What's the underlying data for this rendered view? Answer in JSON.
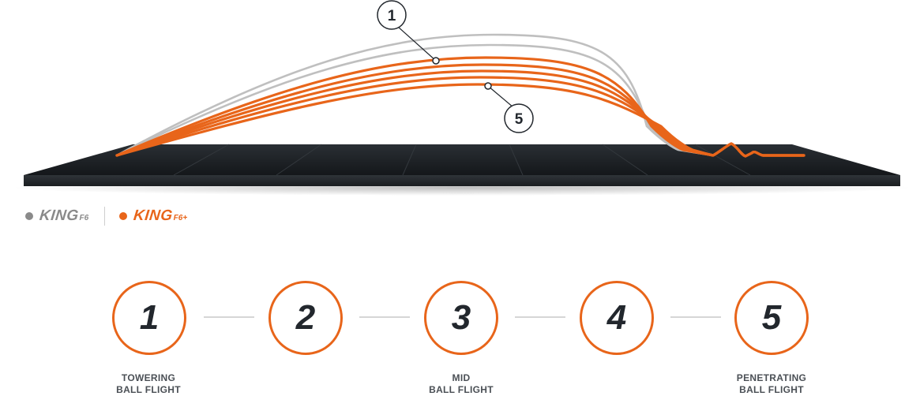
{
  "colors": {
    "accent": "#e8651a",
    "f6_gray": "#bfbfbf",
    "legend_gray": "#8a8a8a",
    "ground_dark": "#1f2327",
    "number_dark": "#22272d"
  },
  "callouts": {
    "top": "1",
    "bottom": "5"
  },
  "legend": {
    "items": [
      {
        "brand": "KING",
        "model": "F6",
        "color": "#8a8a8a"
      },
      {
        "brand": "KING",
        "model": "F6+",
        "color": "#e8651a"
      }
    ]
  },
  "steps": [
    {
      "number": "1"
    },
    {
      "number": "2"
    },
    {
      "number": "3"
    },
    {
      "number": "4"
    },
    {
      "number": "5"
    }
  ],
  "labels": {
    "left": [
      "TOWERING",
      "BALL FLIGHT"
    ],
    "middle": [
      "MID",
      "BALL FLIGHT"
    ],
    "right": [
      "PENETRATING",
      "BALL FLIGHT"
    ]
  }
}
